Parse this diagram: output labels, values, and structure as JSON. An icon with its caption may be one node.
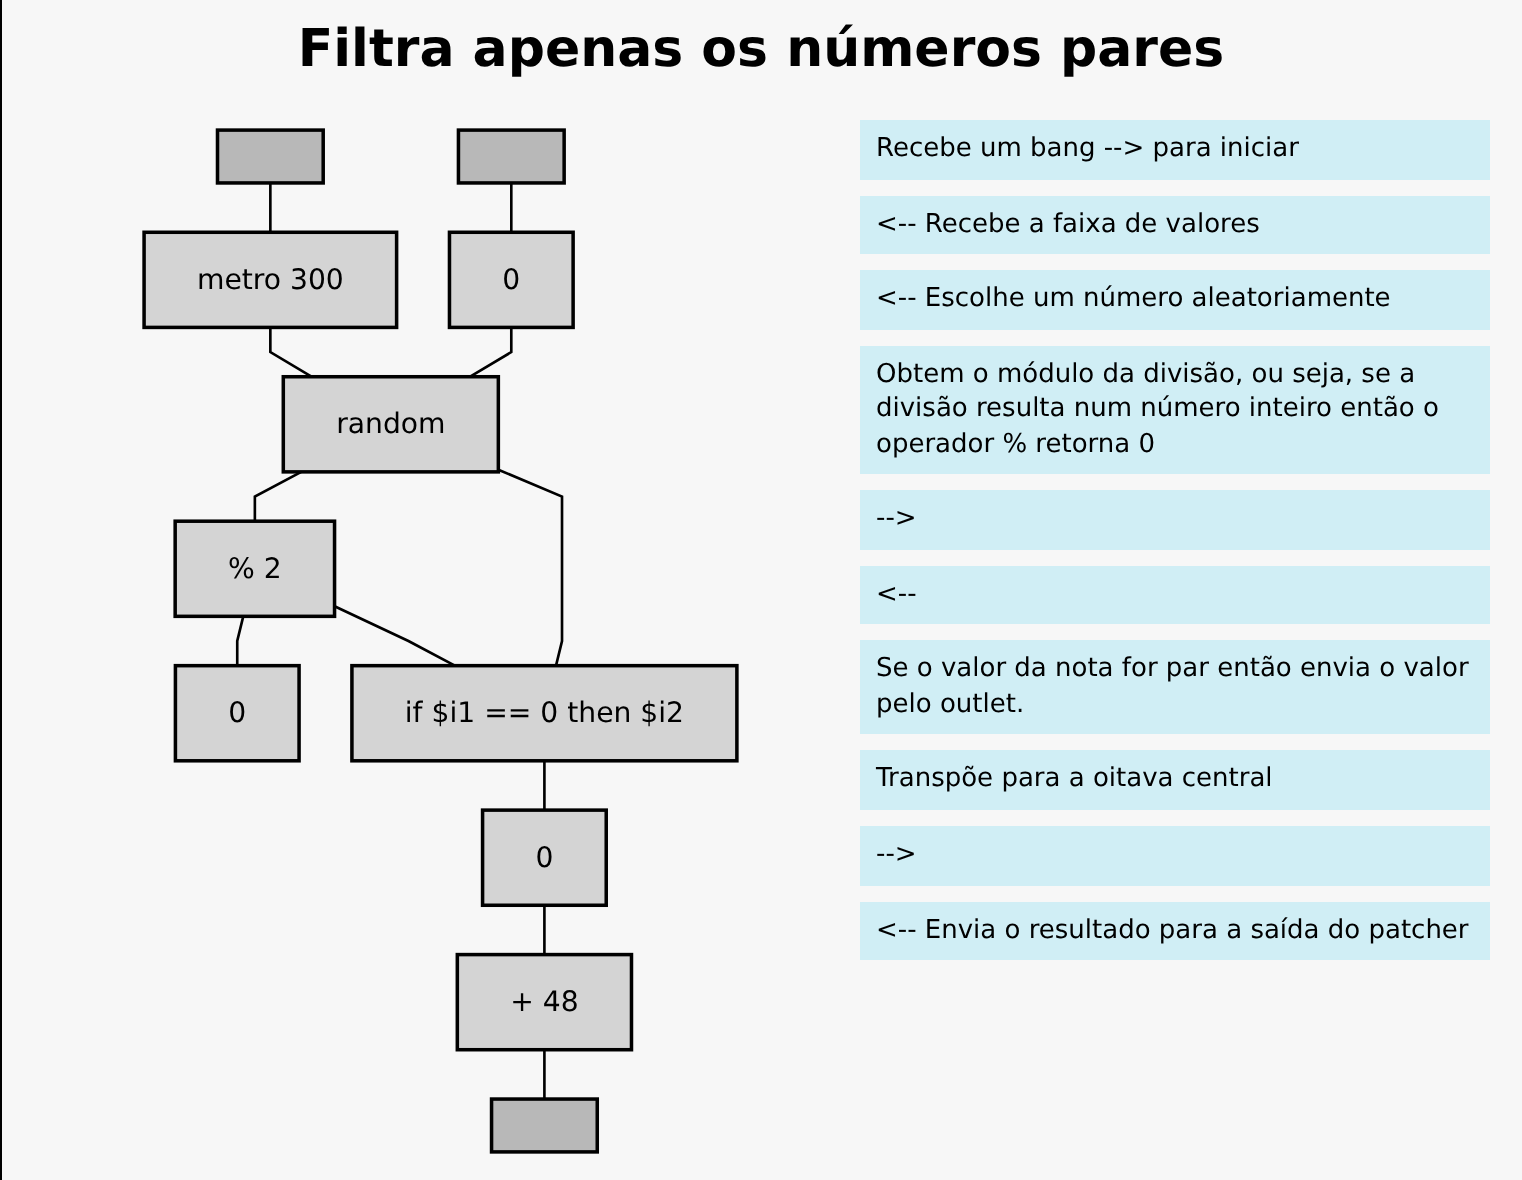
{
  "diagram": {
    "title": "Filtra apenas os números pares",
    "nodes": [
      {
        "text": [],
        "shape": "box"
      },
      {
        "text": [],
        "shape": "box"
      },
      {
        "text": [
          "metro 300"
        ]
      },
      {
        "text": [
          "0"
        ]
      },
      {
        "text": [
          "random"
        ]
      },
      {
        "text": [
          "% 2"
        ]
      },
      {
        "text": [
          "0"
        ]
      },
      {
        "text": [
          "if $i1 == 0 then $i2"
        ]
      },
      {
        "text": [
          "0"
        ]
      },
      {
        "text": [
          "+ 48"
        ]
      },
      {
        "text": [],
        "shape": "box"
      }
    ],
    "edges": [
      {
        "from": 0,
        "to": 2,
        "arrow": "none"
      },
      {
        "from": 1,
        "to": 3,
        "arrow": "none"
      },
      {
        "from": 2,
        "to": 4,
        "arrow": "none"
      },
      {
        "from": 3,
        "to": 4,
        "arrow": "none"
      },
      {
        "from": 4,
        "to": 5,
        "arrow": "none"
      },
      {
        "from": 4,
        "to": 7,
        "arrow": "none"
      },
      {
        "from": 5,
        "to": 6,
        "arrow": "none"
      },
      {
        "from": 5,
        "to": 7,
        "arrow": "none"
      },
      {
        "from": 7,
        "to": 8,
        "arrow": "none"
      },
      {
        "from": 8,
        "to": 9,
        "arrow": "none"
      },
      {
        "from": 9,
        "to": 10,
        "arrow": "none"
      }
    ],
    "labels": [
      "Recebe um bang --> para iniciar",
      "<-- Recebe a faixa de valores",
      "<-- Escolhe um número aleatoriamente",
      "Obtem o módulo da divisão, ou seja, se a divisão resulta num número inteiro então o operador % retorna 0",
      "-->",
      "<--",
      "Se o valor da nota for par então envia o valor pelo outlet.",
      "Transpõe para a oitava central",
      "-->",
      "<-- Envia o resultado para a saída do patcher"
    ]
  }
}
